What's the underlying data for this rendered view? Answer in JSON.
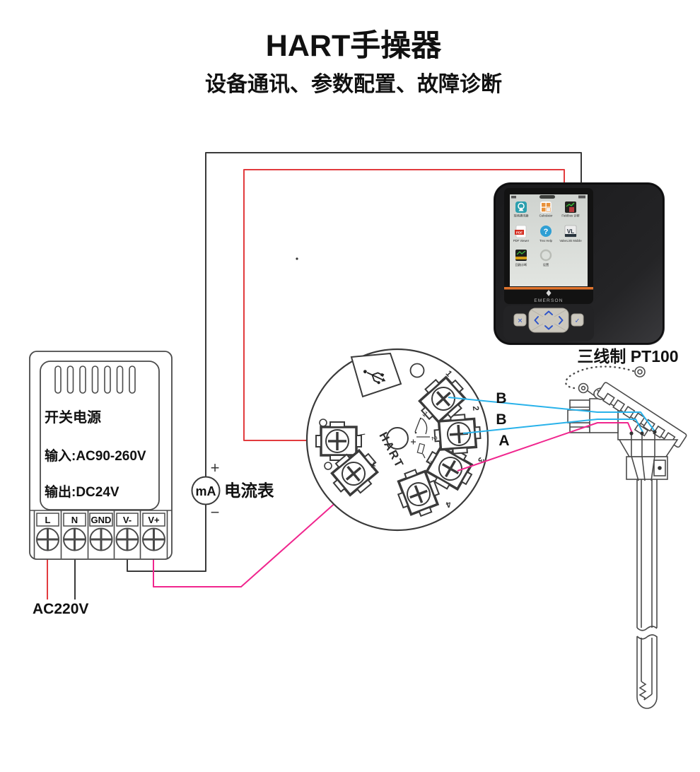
{
  "page": {
    "title": "HART手操器",
    "subtitle": "设备通讯、参数配置、故障诊断"
  },
  "power_supply": {
    "title": "开关电源",
    "input": "输入:AC90-260V",
    "output": "输出:DC24V",
    "terminals": [
      "L",
      "N",
      "GND",
      "V-",
      "V+"
    ],
    "mains_label": "AC220V"
  },
  "ammeter": {
    "unit": "mA",
    "label": "电流表",
    "plus": "+",
    "minus": "−"
  },
  "transmitter": {
    "protocol": "HART",
    "plus": "+",
    "minus": "−",
    "terminal_numbers": [
      "1",
      "2",
      "3",
      "4"
    ],
    "sketch_numbers": [
      "1",
      "2",
      "3"
    ]
  },
  "sensor": {
    "title": "三线制 PT100",
    "wire_labels": [
      "B",
      "B",
      "A"
    ]
  },
  "handheld": {
    "brand": "EMERSON",
    "app_labels": [
      "现场通讯器",
      "Calculator",
      "Fieldbus 诊断",
      "PDF Viewer",
      "Trex Help",
      "ValveLink Mobile",
      "回路诊断",
      "设置"
    ],
    "pdf_badge": "PDF",
    "vl_badge": "VL",
    "help_glyph": "?",
    "btn_cancel": "✕",
    "btn_confirm": "✓"
  },
  "colors": {
    "loop_red": "#e23b3e",
    "loop_dark": "#3a3a3a",
    "signal_pink": "#f0268e",
    "signal_blue": "#29b2ea",
    "accent_orange": "#e0732c"
  }
}
